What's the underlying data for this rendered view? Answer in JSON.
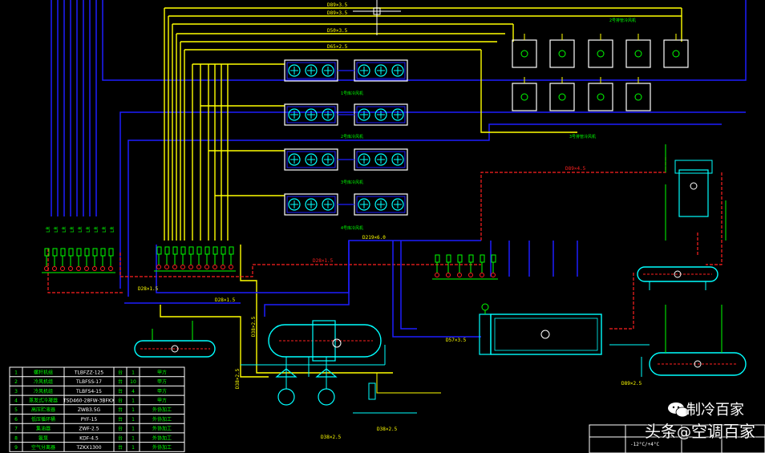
{
  "drawing": {
    "pipe_labels": {
      "dn_top_1": "D89×3.5",
      "dn_top_2": "D89×3.5",
      "dn_top_3": "D50×3.5",
      "dn_top_4": "D65×2.5",
      "bus_left": "D28×1.5",
      "bus_mid": "D28×1.5",
      "bus_cross": "D28×1.5",
      "bus_right": "D219×6.0",
      "red_top": "D89×4.5",
      "bottom_1": "D38×2.5",
      "bottom_2": "D38×2.5",
      "bottom_3": "D89×2.5",
      "right_1": "D57×3.5",
      "vert_1": "D38×2.5",
      "vert_2": "D38×2.5"
    },
    "group_labels": {
      "room_group_1": "1号库冷风机",
      "room_group_2": "2号库冷风机",
      "room_group_3": "3号库冷风机",
      "room_group_4": "4号库冷风机",
      "tank_group_1": "2号排管冷风机",
      "tank_group_2": "3号排管冷风机"
    },
    "valve_tags": [
      "LR",
      "LR",
      "LR",
      "LR",
      "LR",
      "LR",
      "LR",
      "LR",
      "LR"
    ],
    "temperature_note": "-12°C/+4°C"
  },
  "equipment_table": {
    "rows": [
      {
        "no": "1",
        "name": "螺杆机组",
        "model": "TLBFZZ-125",
        "unit": "台",
        "qty": "1",
        "note": "甲方"
      },
      {
        "no": "2",
        "name": "冷风机组",
        "model": "TLBFSS-17",
        "unit": "台",
        "qty": "10",
        "note": "甲方"
      },
      {
        "no": "3",
        "name": "冷风机组",
        "model": "TLBFS4-15",
        "unit": "台",
        "qty": "4",
        "note": "甲方"
      },
      {
        "no": "4",
        "name": "蒸发式冷凝器",
        "model": "TSD460-28FW-3BFKX",
        "unit": "台",
        "qty": "1",
        "note": "甲方"
      },
      {
        "no": "5",
        "name": "高压贮液器",
        "model": "ZWB3.5G",
        "unit": "台",
        "qty": "1",
        "note": "外协加工"
      },
      {
        "no": "6",
        "name": "低压循环桶",
        "model": "PYF-15",
        "unit": "台",
        "qty": "1",
        "note": "外协加工"
      },
      {
        "no": "7",
        "name": "集油器",
        "model": "ZWF-2.5",
        "unit": "台",
        "qty": "1",
        "note": "外协加工"
      },
      {
        "no": "8",
        "name": "氨泵",
        "model": "KDF-4.5",
        "unit": "台",
        "qty": "1",
        "note": "外协加工"
      },
      {
        "no": "9",
        "name": "空气分离器",
        "model": "TZKX1300",
        "unit": "台",
        "qty": "1",
        "note": "外协加工"
      }
    ]
  },
  "watermark": {
    "platform": "头条",
    "at": "@",
    "account": "空调百家",
    "brand_top": "制冷百家"
  },
  "colors": {
    "background": "#000000",
    "yellow": "#ffff00",
    "blue": "#1e1eff",
    "red": "#ff2020",
    "cyan": "#00ffff",
    "green": "#00ff00",
    "white": "#ffffff"
  }
}
